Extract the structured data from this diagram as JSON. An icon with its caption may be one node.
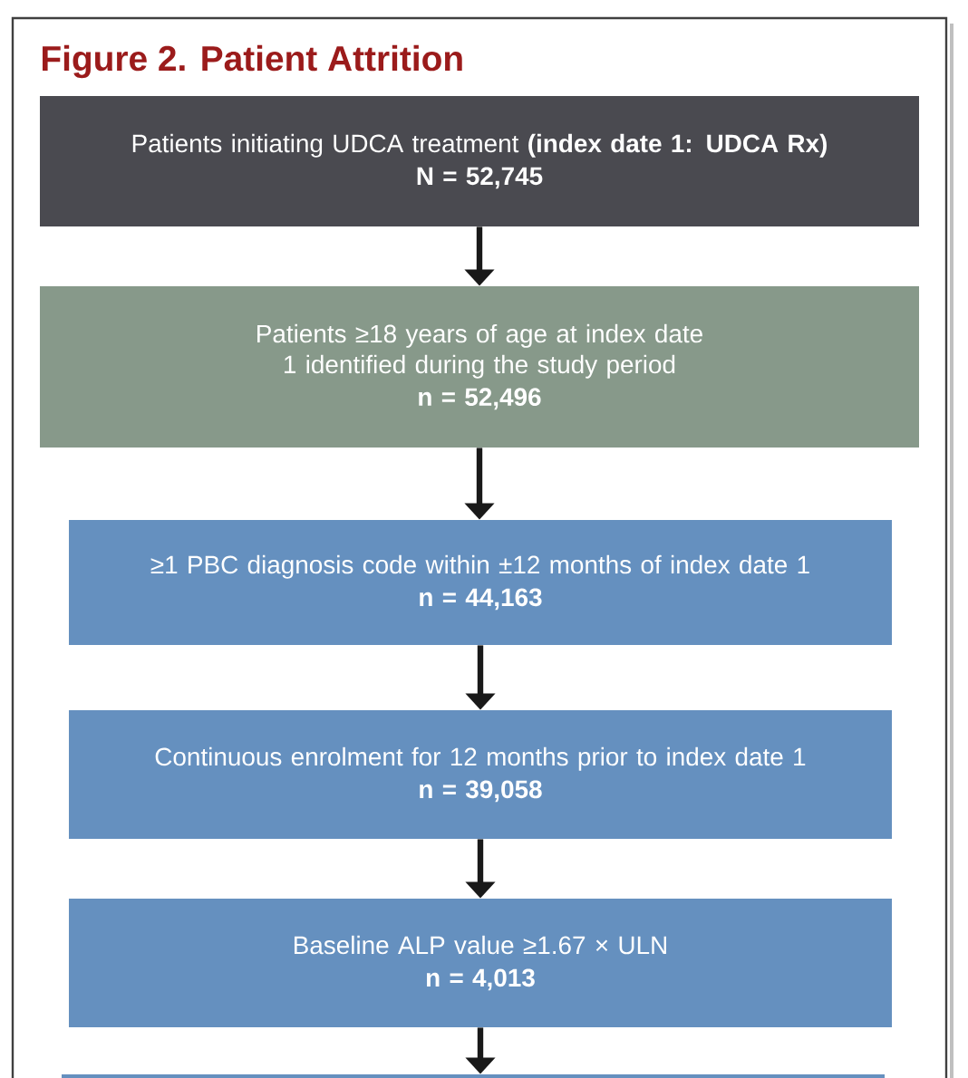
{
  "diagram": {
    "title": "Figure 2. Patient Attrition",
    "nodes": [
      {
        "text": [
          "Patients initiating UDCA treatment  **(index date 1: UDCA Rx)**",
          "N = 52,745"
        ]
      },
      {
        "text": [
          "Patients ≥18 years of age at index date 1 identified during the study period",
          "n = 52,496"
        ]
      },
      {
        "text": [
          "≥1 PBC diagnosis code within ±12 months of index date 1",
          "n = 44,163"
        ]
      },
      {
        "text": [
          "Continuous enrolment for 12 months prior to index date 1",
          "n = 39,058"
        ]
      },
      {
        "text": [
          "Baseline ALP value ≥1.67 × ULN",
          "n = 4,013"
        ]
      },
      {
        "text": [],
        "shape": "box"
      }
    ],
    "edges": [
      {
        "from": 0,
        "to": 1,
        "arrow": "to"
      },
      {
        "from": 1,
        "to": 2,
        "arrow": "to"
      },
      {
        "from": 2,
        "to": 3,
        "arrow": "to"
      },
      {
        "from": 3,
        "to": 4,
        "arrow": "to"
      },
      {
        "from": 4,
        "to": 5,
        "arrow": "to"
      }
    ]
  }
}
